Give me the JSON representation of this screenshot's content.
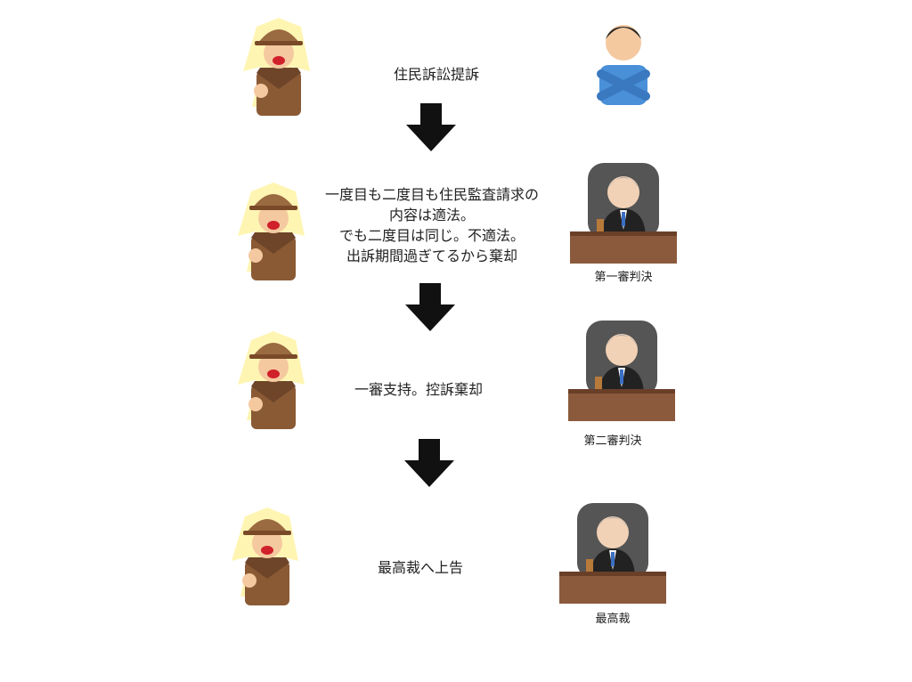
{
  "steps": [
    {
      "text": "住民訴訟提訴",
      "right_label": ""
    },
    {
      "lines": [
        "一度目も二度目も住民監査請求の",
        "内容は適法。",
        "でも二度目は同じ。不適法。",
        "出訴期間過ぎてるから棄却"
      ],
      "right_label": "第一審判決"
    },
    {
      "text": "一審支持。控訴棄却",
      "right_label": "第二審判決"
    },
    {
      "text": "最高裁へ上告",
      "right_label": "最高裁"
    }
  ],
  "colors": {
    "arrow": "#111111",
    "coat": "#8a5a35",
    "robe": "#222222",
    "desk": "#8b5a3c",
    "shirt": "#4a90d9"
  }
}
